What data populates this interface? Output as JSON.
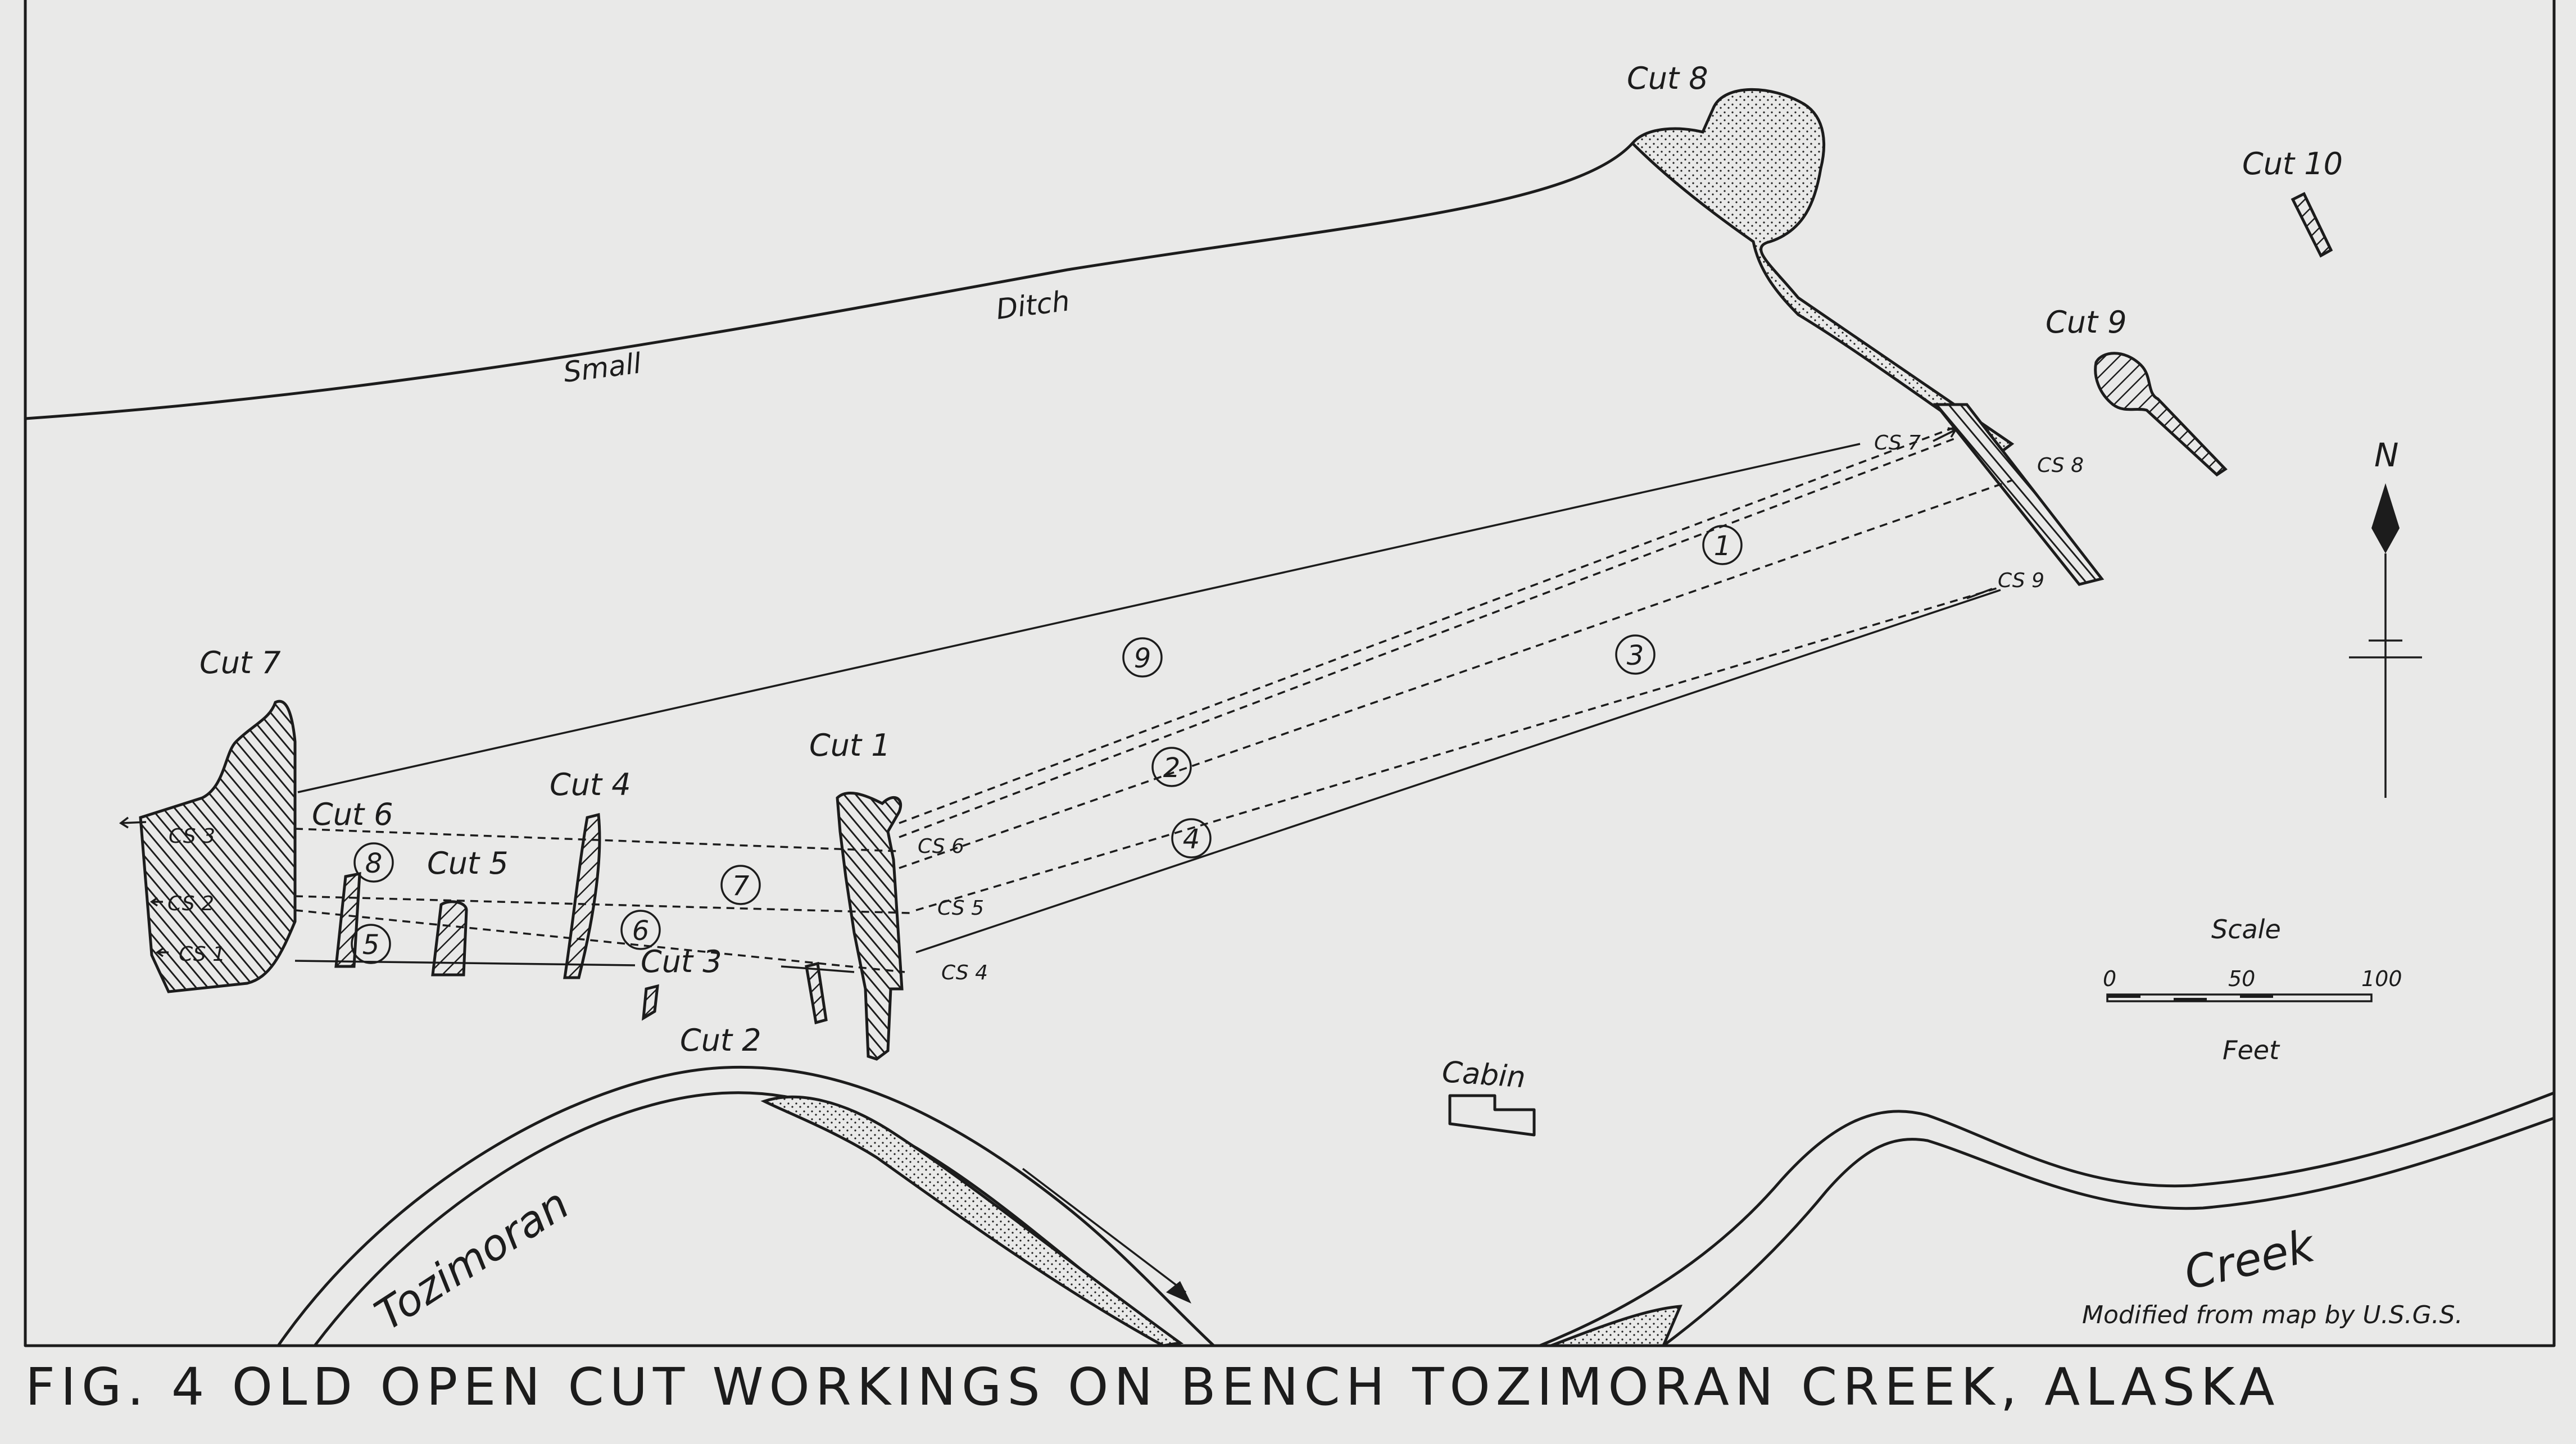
{
  "caption": "FIG. 4  OLD OPEN CUT WORKINGS ON BENCH  TOZIMORAN  CREEK, ALASKA",
  "credit": "Modified from map by U.S.G.S.",
  "labels": {
    "cut1": "Cut 1",
    "cut2": "Cut 2",
    "cut3": "Cut 3",
    "cut4": "Cut 4",
    "cut5": "Cut 5",
    "cut6": "Cut 6",
    "cut7": "Cut 7",
    "cut8": "Cut 8",
    "cut9": "Cut 9",
    "cut10": "Cut 10",
    "small": "Small",
    "ditch": "Ditch",
    "cabin": "Cabin",
    "tozimoran": "Tozimoran",
    "creek": "Creek",
    "north": "N"
  },
  "sections": {
    "cs1": "CS 1",
    "cs2": "CS 2",
    "cs3": "CS 3",
    "cs4": "CS 4",
    "cs5": "CS 5",
    "cs6": "CS 6",
    "cs7": "CS 7",
    "cs8": "CS 8",
    "cs9": "CS 9"
  },
  "numbers": [
    "1",
    "2",
    "3",
    "4",
    "5",
    "6",
    "7",
    "8",
    "9"
  ],
  "scale": {
    "title": "Scale",
    "ticks": [
      "0",
      "50",
      "100"
    ],
    "unit": "Feet"
  },
  "colors": {
    "paper": "#e9e9e8",
    "ink": "#1c1c1c"
  }
}
